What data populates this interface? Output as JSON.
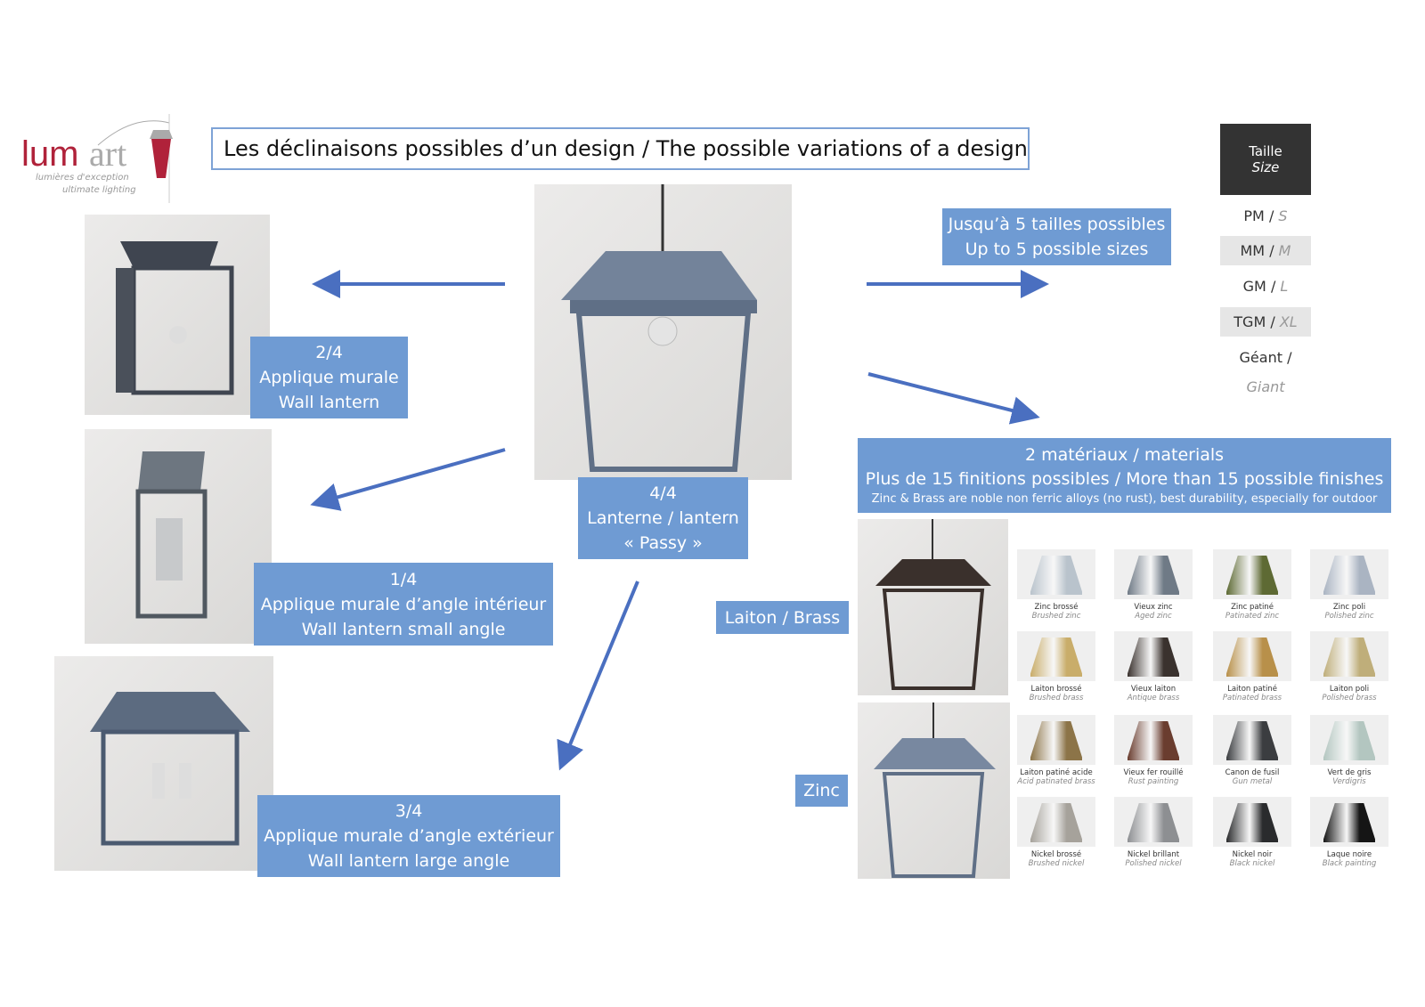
{
  "logo": {
    "text": "lumart",
    "tagline_fr": "lumières d'exception",
    "tagline_en": "ultimate lighting"
  },
  "title": "Les déclinaisons possibles d’un design / The possible variations of a design",
  "size_table": {
    "header_fr": "Taille",
    "header_en": "Size",
    "rows": [
      {
        "fr": "PM",
        "en": "S"
      },
      {
        "fr": "MM",
        "en": "M"
      },
      {
        "fr": "GM",
        "en": "L"
      },
      {
        "fr": "TGM",
        "en": "XL"
      },
      {
        "fr": "Géant",
        "en": "Giant"
      }
    ]
  },
  "labels": {
    "sizes": {
      "line1": "Jusqu’à 5 tailles possibles",
      "line2": "Up to 5 possible sizes"
    },
    "wall": {
      "line1": "2/4",
      "line2": "Applique murale",
      "line3": "Wall lantern"
    },
    "small_angle": {
      "line1": "1/4",
      "line2": "Applique murale d’angle intérieur",
      "line3": "Wall lantern small angle"
    },
    "large_angle": {
      "line1": "3/4",
      "line2": "Applique murale d’angle extérieur",
      "line3": "Wall lantern large angle"
    },
    "lantern": {
      "line1": "4/4",
      "line2": "Lanterne / lantern",
      "line3": "« Passy »"
    },
    "materials": {
      "line1": "2 matériaux / materials",
      "line2": "Plus de 15 finitions possibles / More than 15 possible finishes",
      "line3": "Zinc & Brass are noble non ferric alloys (no rust), best durability, especially for outdoor"
    },
    "brass": "Laiton / Brass",
    "zinc": "Zinc"
  },
  "finishes": [
    {
      "fr": "Zinc brossé",
      "en": "Brushed zinc",
      "color": "#b9c3cc"
    },
    {
      "fr": "Vieux zinc",
      "en": "Aged zinc",
      "color": "#6f7a86"
    },
    {
      "fr": "Zinc patiné",
      "en": "Patinated zinc",
      "color": "#5e6a34"
    },
    {
      "fr": "Zinc poli",
      "en": "Polished zinc",
      "color": "#aab4c2"
    },
    {
      "fr": "Laiton brossé",
      "en": "Brushed brass",
      "color": "#c9ad6a"
    },
    {
      "fr": "Vieux laiton",
      "en": "Antique brass",
      "color": "#3a322e"
    },
    {
      "fr": "Laiton patiné",
      "en": "Patinated brass",
      "color": "#b8904a"
    },
    {
      "fr": "Laiton poli",
      "en": "Polished brass",
      "color": "#bfae7a"
    },
    {
      "fr": "Laiton patiné acide",
      "en": "Acid patinated brass",
      "color": "#8c7448"
    },
    {
      "fr": "Vieux fer rouillé",
      "en": "Rust painting",
      "color": "#6a3d2f"
    },
    {
      "fr": "Canon de fusil",
      "en": "Gun metal",
      "color": "#3b3d40"
    },
    {
      "fr": "Vert de gris",
      "en": "Verdigris",
      "color": "#b3c6c0"
    },
    {
      "fr": "Nickel brossé",
      "en": "Brushed nickel",
      "color": "#a6a29b"
    },
    {
      "fr": "Nickel brillant",
      "en": "Polished nickel",
      "color": "#8d8f92"
    },
    {
      "fr": "Nickel noir",
      "en": "Black nickel",
      "color": "#2a2b2d"
    },
    {
      "fr": "Laque noire",
      "en": "Black painting",
      "color": "#151515"
    }
  ],
  "colors": {
    "accent": "#6f9bd3",
    "arrow": "#4a6fc0",
    "logo_red": "#b0223a"
  }
}
